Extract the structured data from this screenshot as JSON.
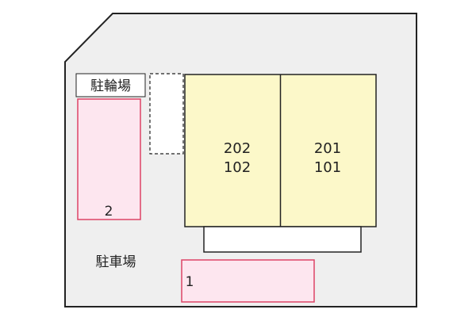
{
  "bicycle_parking": {
    "label": "駐輪場"
  },
  "parking_lot": {
    "label": "駐車場",
    "spaces": [
      {
        "number": "1"
      },
      {
        "number": "2"
      }
    ]
  },
  "building": {
    "units": [
      {
        "upper": "202",
        "lower": "102"
      },
      {
        "upper": "201",
        "lower": "101"
      }
    ]
  },
  "colors": {
    "site_fill": "#efefef",
    "building_fill": "#fcf8c9",
    "parking_space_fill": "#fde6ef",
    "parking_space_stroke": "#dd4466",
    "line": "#222222"
  }
}
